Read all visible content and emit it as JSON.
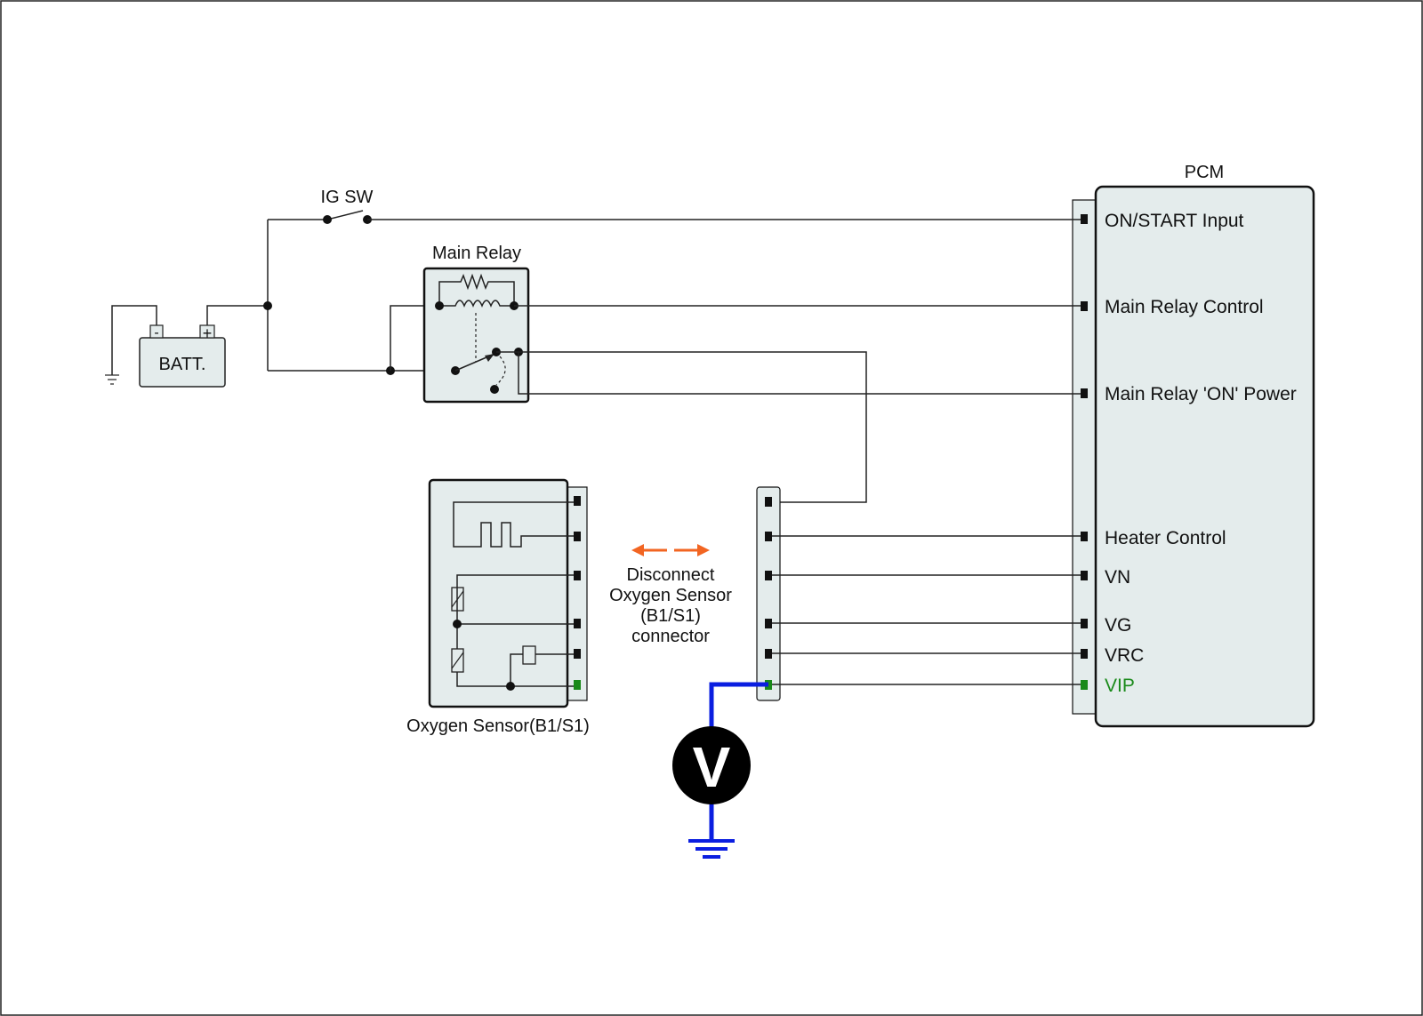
{
  "labels": {
    "ig_sw": "IG SW",
    "main_relay": "Main Relay",
    "batt": "BATT.",
    "batt_minus": "-",
    "batt_plus": "+",
    "pcm": "PCM",
    "oxygen_sensor": "Oxygen Sensor(B1/S1)",
    "voltmeter": "V"
  },
  "instruction": {
    "line1": "Disconnect",
    "line2": "Oxygen Sensor",
    "line3": "(B1/S1)",
    "line4": "connector"
  },
  "pcm_pins": [
    {
      "label": "ON/START Input"
    },
    {
      "label": "Main Relay Control"
    },
    {
      "label": "Main Relay 'ON' Power"
    },
    {
      "label": "Heater Control"
    },
    {
      "label": "VN"
    },
    {
      "label": "VG"
    },
    {
      "label": "VRC"
    },
    {
      "label": "VIP",
      "highlight": true
    }
  ],
  "colors": {
    "frame_fill": "#e4ecec",
    "highlight_green": "#1a8a1a",
    "measure_blue": "#0a1ee0",
    "arrow_orange": "#f26522",
    "wire": "#222222"
  }
}
